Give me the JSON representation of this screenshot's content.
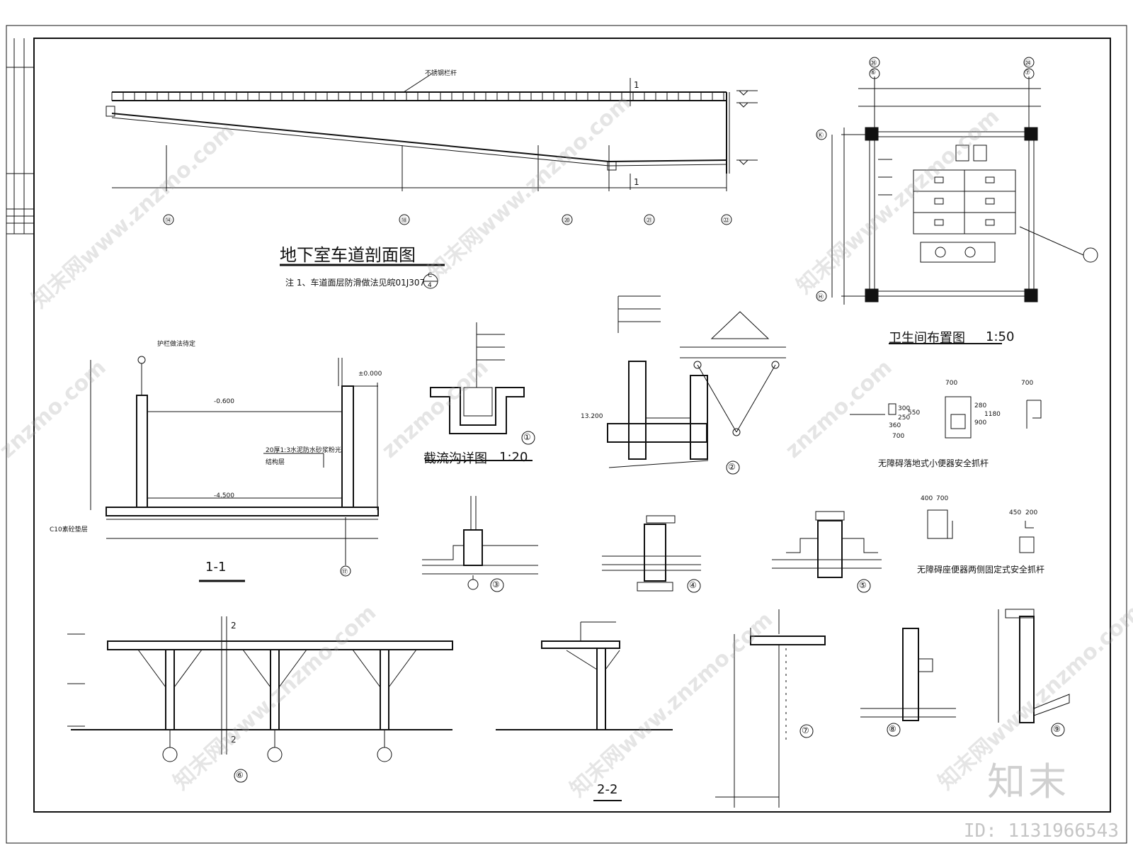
{
  "drawings": {
    "ramp_section": {
      "title": "地下室车道剖面图",
      "note": "注 1、车道面层防滑做法见皖01J307",
      "note_ref_top": "C",
      "note_ref_bottom": "4",
      "railing_label": "不锈钢栏杆",
      "cut_mark": "1",
      "grid_axes": [
        "⑭",
        "⑱",
        "⑳",
        "㉑",
        "㉒"
      ]
    },
    "toilet_plan": {
      "title": "卫生间布置图",
      "scale": "1:50",
      "axes_top_left": [
        "㉖",
        "⑥"
      ],
      "axes_top_right": [
        "㉔",
        "⑦"
      ],
      "axes_left": [
        "Ⓚ",
        "Ⓗ"
      ]
    },
    "section_1_1": {
      "title": "1-1",
      "labels": [
        "护栏做法待定",
        "±0.000",
        "-0.600",
        "20厚1:3水泥防水砂浆粉光",
        "结构层",
        "-4.500",
        "C10素砼垫层"
      ],
      "axis": "⑰"
    },
    "gutter_detail": {
      "title": "截流沟详图",
      "scale": "1:20",
      "number": "①"
    },
    "numbered_details": [
      "②",
      "③",
      "④",
      "⑤",
      "⑥",
      "⑦",
      "⑧",
      "⑨"
    ],
    "elevation_label": "13.200",
    "section_2_2": {
      "title": "2-2",
      "cut_mark": "2"
    },
    "grab_bars": {
      "urinal_title": "无障碍落地式小便器安全抓杆",
      "seat_title": "无障碍座便器两侧固定式安全抓杆",
      "dims": [
        "700",
        "300",
        "250",
        "550",
        "360",
        "900",
        "280",
        "1180",
        "400",
        "450",
        "200"
      ]
    }
  },
  "watermark": {
    "site": "znzmo.com",
    "site_cn": "知末网www.znzmo.com",
    "brand": "知末",
    "id_text": "ID: 1131966543"
  }
}
